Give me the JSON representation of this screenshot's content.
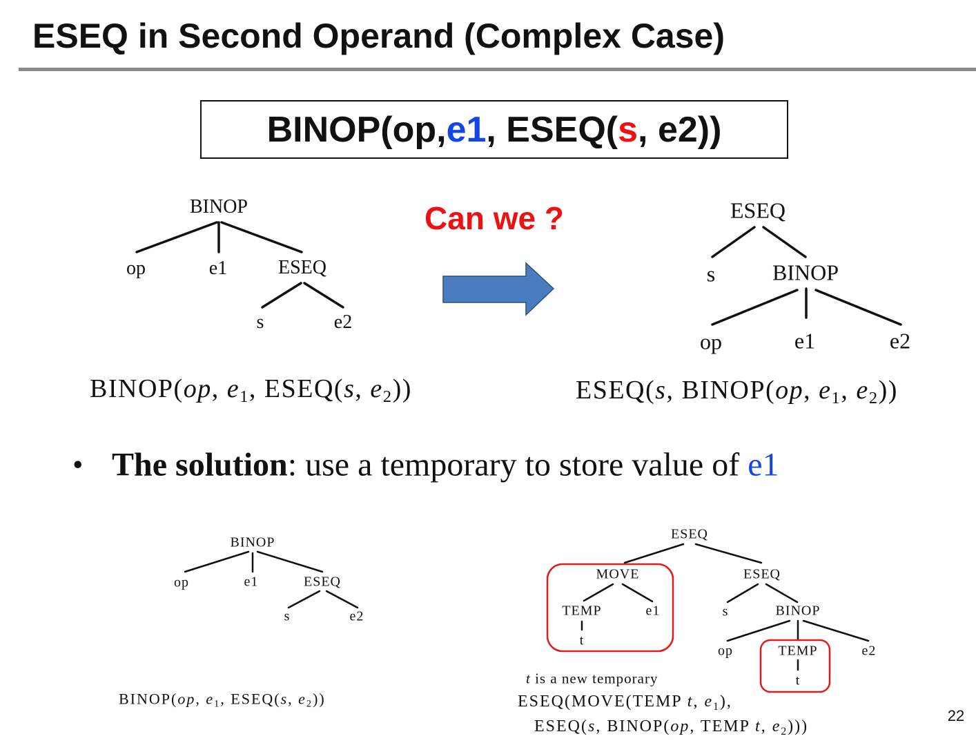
{
  "title": "ESEQ in Second Operand (Complex Case)",
  "expression": {
    "p1": "BINOP(op, ",
    "e1": "e1",
    "p2": ", ESEQ(",
    "s": "s",
    "p3": ", e2))"
  },
  "question": "Can we ?",
  "colors": {
    "blue": "#1446e6",
    "red": "#ee1111",
    "arrow": "#4a7cc0"
  },
  "tree_before": {
    "root": "BINOP",
    "op": "op",
    "e1": "e1",
    "eseq": "ESEQ",
    "s": "s",
    "e2": "e2"
  },
  "tree_after": {
    "root": "ESEQ",
    "s": "s",
    "binop": "BINOP",
    "op": "op",
    "e1": "e1",
    "e2": "e2"
  },
  "formula_before": [
    {
      "t": "BINOP("
    },
    {
      "t": "op",
      "s": "i"
    },
    {
      "t": ", "
    },
    {
      "t": "e",
      "s": "i"
    },
    {
      "t": "1",
      "s": "sub"
    },
    {
      "t": ", ESEQ("
    },
    {
      "t": "s",
      "s": "i"
    },
    {
      "t": ", "
    },
    {
      "t": "e",
      "s": "i"
    },
    {
      "t": "2",
      "s": "sub"
    },
    {
      "t": "))"
    }
  ],
  "formula_after": [
    {
      "t": "ESEQ("
    },
    {
      "t": "s",
      "s": "i"
    },
    {
      "t": ", BINOP("
    },
    {
      "t": "op",
      "s": "i"
    },
    {
      "t": ", "
    },
    {
      "t": "e",
      "s": "i"
    },
    {
      "t": "1",
      "s": "sub"
    },
    {
      "t": ", "
    },
    {
      "t": "e",
      "s": "i"
    },
    {
      "t": "2",
      "s": "sub"
    },
    {
      "t": "))"
    }
  ],
  "solution": {
    "bullet": "•",
    "bold": "The solution",
    "rest": ": use a temporary to store value of ",
    "e1": "e1"
  },
  "tree_small_before": {
    "root": "BINOP",
    "op": "op",
    "e1": "e1",
    "eseq": "ESEQ",
    "s": "s",
    "e2": "e2"
  },
  "tree_small_after": {
    "root": "ESEQ",
    "move": "MOVE",
    "temp1": "TEMP",
    "e1": "e1",
    "t1": "t",
    "eseq": "ESEQ",
    "s": "s",
    "binop": "BINOP",
    "op": "op",
    "temp2": "TEMP",
    "t2": "t",
    "e2": "e2"
  },
  "formula_small_before": [
    {
      "t": "BINOP("
    },
    {
      "t": "op",
      "s": "i"
    },
    {
      "t": ", "
    },
    {
      "t": "e",
      "s": "i"
    },
    {
      "t": "1",
      "s": "sub"
    },
    {
      "t": ", ESEQ("
    },
    {
      "t": "s",
      "s": "i"
    },
    {
      "t": ", "
    },
    {
      "t": "e",
      "s": "i"
    },
    {
      "t": "2",
      "s": "sub"
    },
    {
      "t": "))"
    }
  ],
  "note": {
    "t": "t",
    "rest": " is a new temporary"
  },
  "formula_small_after_1": [
    {
      "t": "ESEQ(MOVE(TEMP "
    },
    {
      "t": "t",
      "s": "i"
    },
    {
      "t": ", "
    },
    {
      "t": "e",
      "s": "i"
    },
    {
      "t": "1",
      "s": "sub"
    },
    {
      "t": "),"
    }
  ],
  "formula_small_after_2": [
    {
      "t": "ESEQ("
    },
    {
      "t": "s",
      "s": "i"
    },
    {
      "t": ", BINOP("
    },
    {
      "t": "op",
      "s": "i"
    },
    {
      "t": ", TEMP "
    },
    {
      "t": "t",
      "s": "i"
    },
    {
      "t": ", "
    },
    {
      "t": "e",
      "s": "i"
    },
    {
      "t": "2",
      "s": "sub"
    },
    {
      "t": ")))"
    }
  ],
  "page_number": "22"
}
